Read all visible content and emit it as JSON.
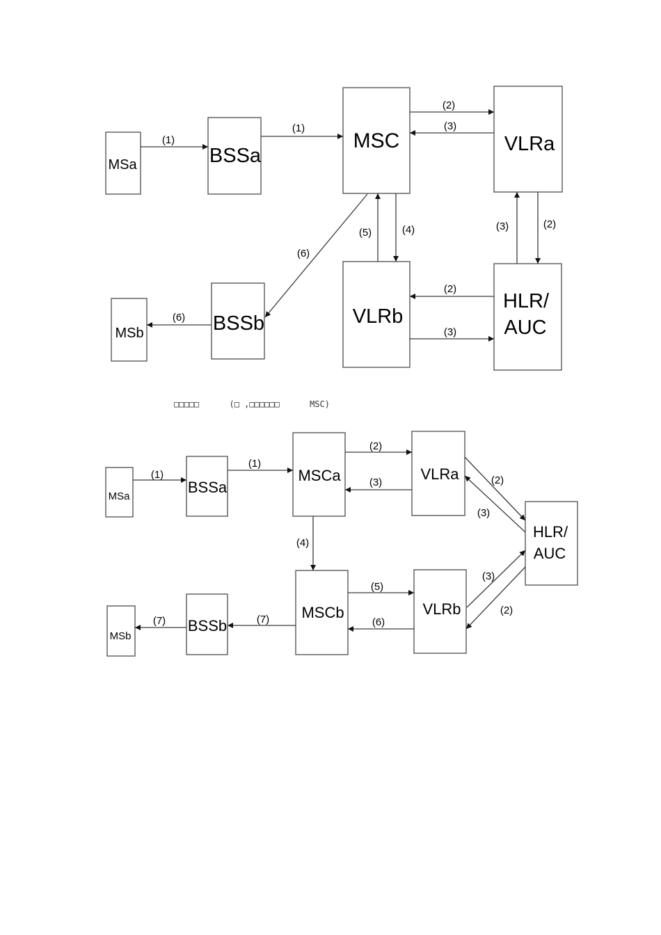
{
  "caption": "□□□□□      (□ ,□□□□□□      MSC)",
  "diagrams": [
    {
      "name": "same-msc",
      "nodes": [
        {
          "id": "MSa",
          "label": "MSa"
        },
        {
          "id": "BSSa",
          "label": "BSSa"
        },
        {
          "id": "MSC",
          "label": "MSC"
        },
        {
          "id": "VLRa",
          "label": "VLRa"
        },
        {
          "id": "VLRb",
          "label": "VLRb"
        },
        {
          "id": "HLR",
          "label": "HLR/\nAUC"
        },
        {
          "id": "BSSb",
          "label": "BSSb"
        },
        {
          "id": "MSb",
          "label": "MSb"
        }
      ],
      "edges": [
        {
          "from": "MSa",
          "to": "BSSa",
          "label": "(1)"
        },
        {
          "from": "BSSa",
          "to": "MSC",
          "label": "(1)"
        },
        {
          "from": "MSC",
          "to": "VLRa",
          "label": "(2)"
        },
        {
          "from": "VLRa",
          "to": "MSC",
          "label": "(3)"
        },
        {
          "from": "VLRa",
          "to": "HLR",
          "label": "(2)"
        },
        {
          "from": "HLR",
          "to": "VLRa",
          "label": "(3)"
        },
        {
          "from": "HLR",
          "to": "VLRb",
          "label": "(2)"
        },
        {
          "from": "VLRb",
          "to": "HLR",
          "label": "(3)"
        },
        {
          "from": "MSC",
          "to": "VLRb",
          "label": "(4)"
        },
        {
          "from": "VLRb",
          "to": "MSC",
          "label": "(5)"
        },
        {
          "from": "MSC",
          "to": "BSSb",
          "label": "(6)"
        },
        {
          "from": "BSSb",
          "to": "MSb",
          "label": "(6)"
        }
      ]
    },
    {
      "name": "different-msc",
      "nodes": [
        {
          "id": "MSa",
          "label": "MSa"
        },
        {
          "id": "BSSa",
          "label": "BSSa"
        },
        {
          "id": "MSCa",
          "label": "MSCa"
        },
        {
          "id": "VLRa",
          "label": "VLRa"
        },
        {
          "id": "HLR",
          "label": "HLR/\nAUC"
        },
        {
          "id": "VLRb",
          "label": "VLRb"
        },
        {
          "id": "MSCb",
          "label": "MSCb"
        },
        {
          "id": "BSSb",
          "label": "BSSb"
        },
        {
          "id": "MSb",
          "label": "MSb"
        }
      ],
      "edges": [
        {
          "from": "MSa",
          "to": "BSSa",
          "label": "(1)"
        },
        {
          "from": "BSSa",
          "to": "MSCa",
          "label": "(1)"
        },
        {
          "from": "MSCa",
          "to": "VLRa",
          "label": "(2)"
        },
        {
          "from": "VLRa",
          "to": "MSCa",
          "label": "(3)"
        },
        {
          "from": "VLRa",
          "to": "HLR",
          "label": "(2)"
        },
        {
          "from": "HLR",
          "to": "VLRa",
          "label": "(3)"
        },
        {
          "from": "MSCa",
          "to": "MSCb",
          "label": "(4)"
        },
        {
          "from": "MSCb",
          "to": "VLRb",
          "label": "(5)"
        },
        {
          "from": "VLRb",
          "to": "MSCb",
          "label": "(6)"
        },
        {
          "from": "VLRb",
          "to": "HLR",
          "label": "(3)"
        },
        {
          "from": "HLR",
          "to": "VLRb",
          "label": "(2)"
        },
        {
          "from": "MSCb",
          "to": "BSSb",
          "label": "(7)"
        },
        {
          "from": "BSSb",
          "to": "MSb",
          "label": "(7)"
        }
      ]
    }
  ]
}
